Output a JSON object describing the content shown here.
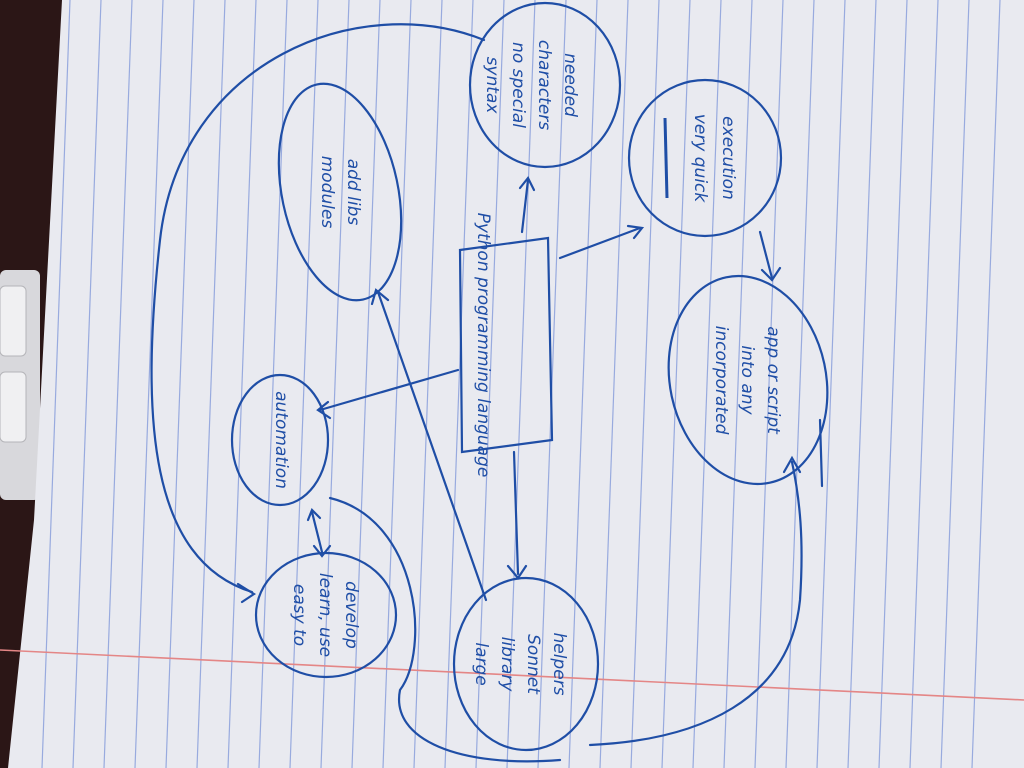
{
  "colors": {
    "ink": "#1f4ea6",
    "paper": "#e9eaf0",
    "rule_line": "#7f97d8",
    "margin_line": "#e58a8a",
    "table": "#2b1616"
  },
  "diagram": {
    "center": "Python programming language",
    "bubbles": {
      "syntax": [
        "syntax",
        "no special",
        "characters",
        "needed"
      ],
      "execution": [
        "very quick",
        "execution"
      ],
      "incorporated": [
        "incorporated",
        "into any",
        "app or script"
      ],
      "library": [
        "large",
        "library",
        "Sonnet",
        "helpers"
      ],
      "easy": [
        "easy to",
        "learn, use",
        "develop"
      ],
      "automation": [
        "automation"
      ],
      "modules": [
        "modules",
        "add libs"
      ]
    }
  }
}
